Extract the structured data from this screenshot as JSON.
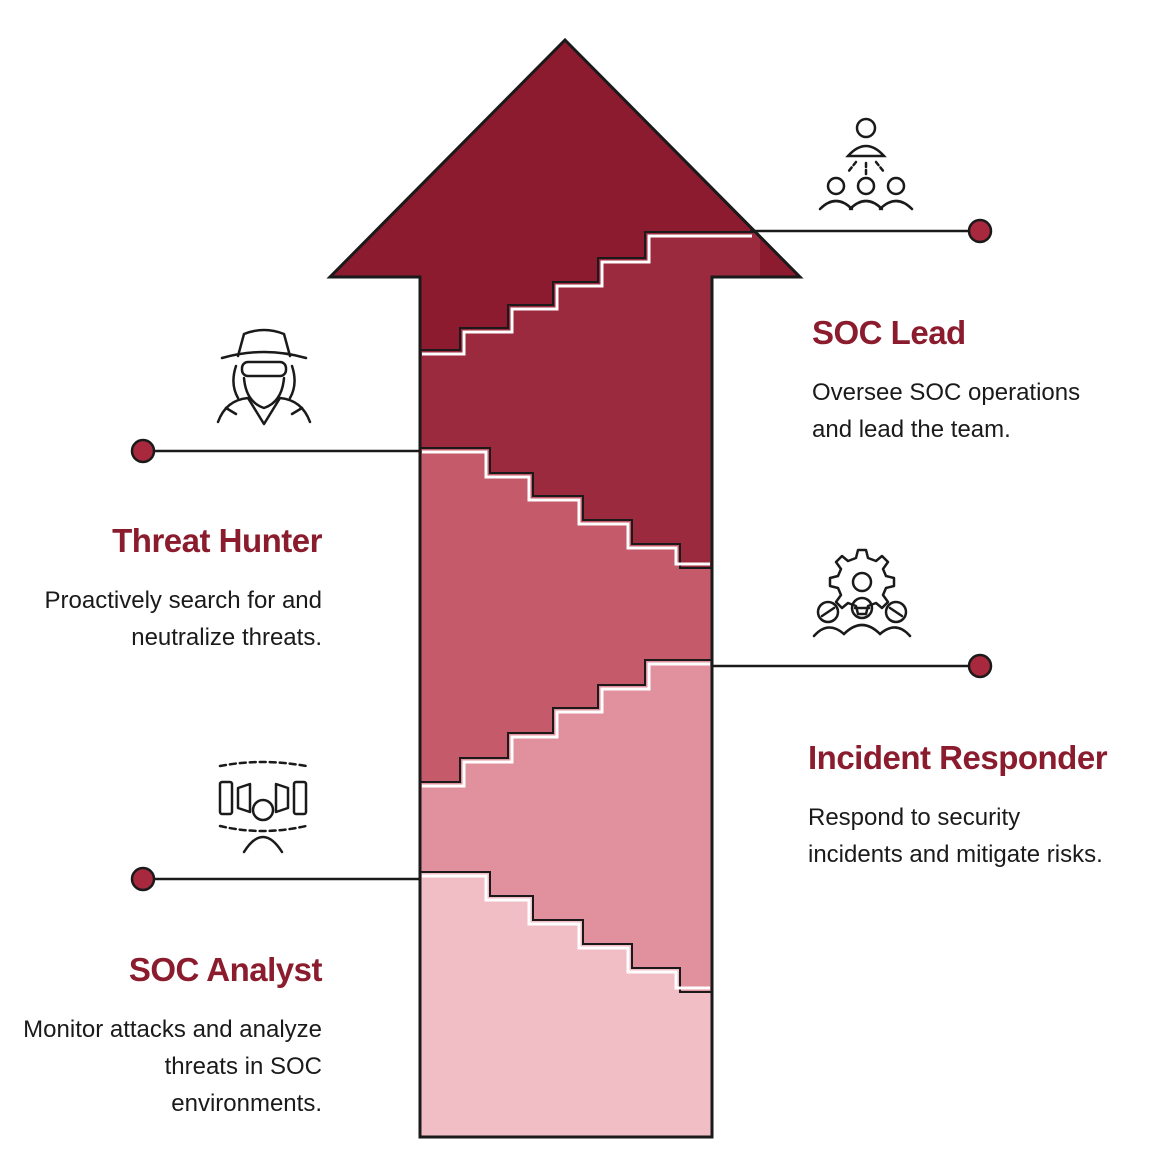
{
  "colors": {
    "arrow_head": "#8d1b2f",
    "tier_4": "#9c2a3e",
    "tier_3": "#c45a6a",
    "tier_2": "#e1919d",
    "tier_1": "#f1bec6",
    "title": "#8b1c2e",
    "connector_dot": "#a8283d",
    "outline": "#1a1a1a"
  },
  "roles": [
    {
      "id": "soc-analyst",
      "title": "SOC Analyst",
      "description": [
        "Monitor attacks and analyze",
        "threats in SOC",
        "environments."
      ],
      "icon": "monitoring-analyst-icon",
      "side": "left"
    },
    {
      "id": "incident-responder",
      "title": "Incident Responder",
      "description": [
        "Respond to security",
        "incidents and mitigate risks."
      ],
      "icon": "team-gear-icon",
      "side": "right"
    },
    {
      "id": "threat-hunter",
      "title": "Threat Hunter",
      "description": [
        "Proactively search for and",
        "neutralize threats."
      ],
      "icon": "spy-hunter-icon",
      "side": "left"
    },
    {
      "id": "soc-lead",
      "title": "SOC Lead",
      "description": [
        "Oversee SOC operations",
        "and lead the team."
      ],
      "icon": "team-leader-icon",
      "side": "right"
    }
  ]
}
